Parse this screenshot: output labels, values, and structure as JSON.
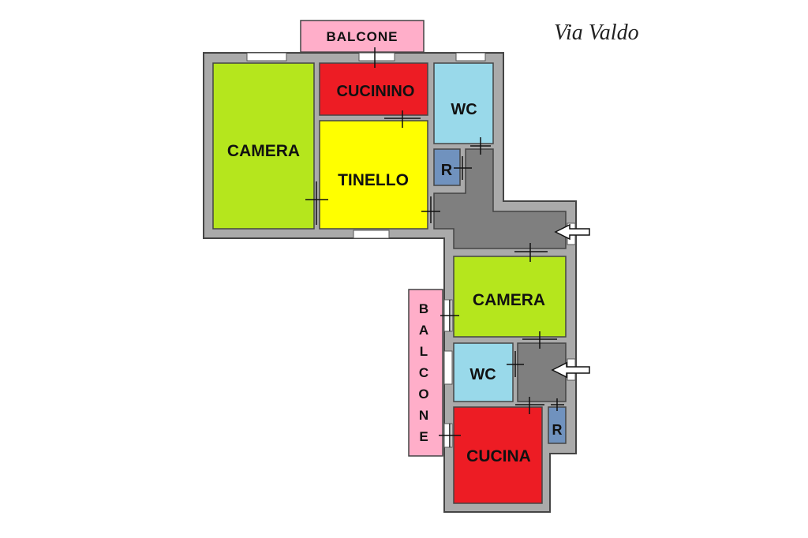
{
  "street": "Via Valdo",
  "balcony_top": "BALCONE",
  "balcony_side": [
    "B",
    "A",
    "L",
    "C",
    "O",
    "N",
    "E"
  ],
  "rooms": {
    "camera_1": "CAMERA",
    "cucinino": "CUCININO",
    "wc_1": "WC",
    "tinello": "TINELLO",
    "r_1": "R",
    "camera_2": "CAMERA",
    "wc_2": "WC",
    "r_2": "R",
    "cucina": "CUCINA"
  },
  "colors": {
    "wall": "#aaaaaa",
    "wall_border": "#444444",
    "camera": "#b5e61d",
    "cucina": "#ed1c24",
    "wc": "#99d9ea",
    "tinello": "#ffff00",
    "ripostiglio": "#7092be",
    "corridoio": "#7f7f7f",
    "balcone": "#ffaec9"
  }
}
